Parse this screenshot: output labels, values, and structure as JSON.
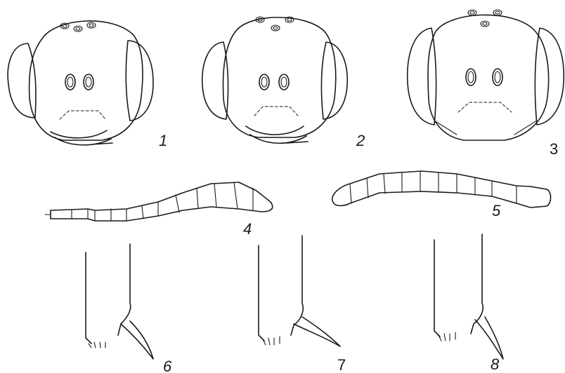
{
  "figure": {
    "labels": {
      "fig1": "1",
      "fig2": "2",
      "fig3": "3",
      "fig4": "4",
      "fig5": "5",
      "fig6": "6",
      "fig7": "7",
      "fig8": "8"
    }
  }
}
